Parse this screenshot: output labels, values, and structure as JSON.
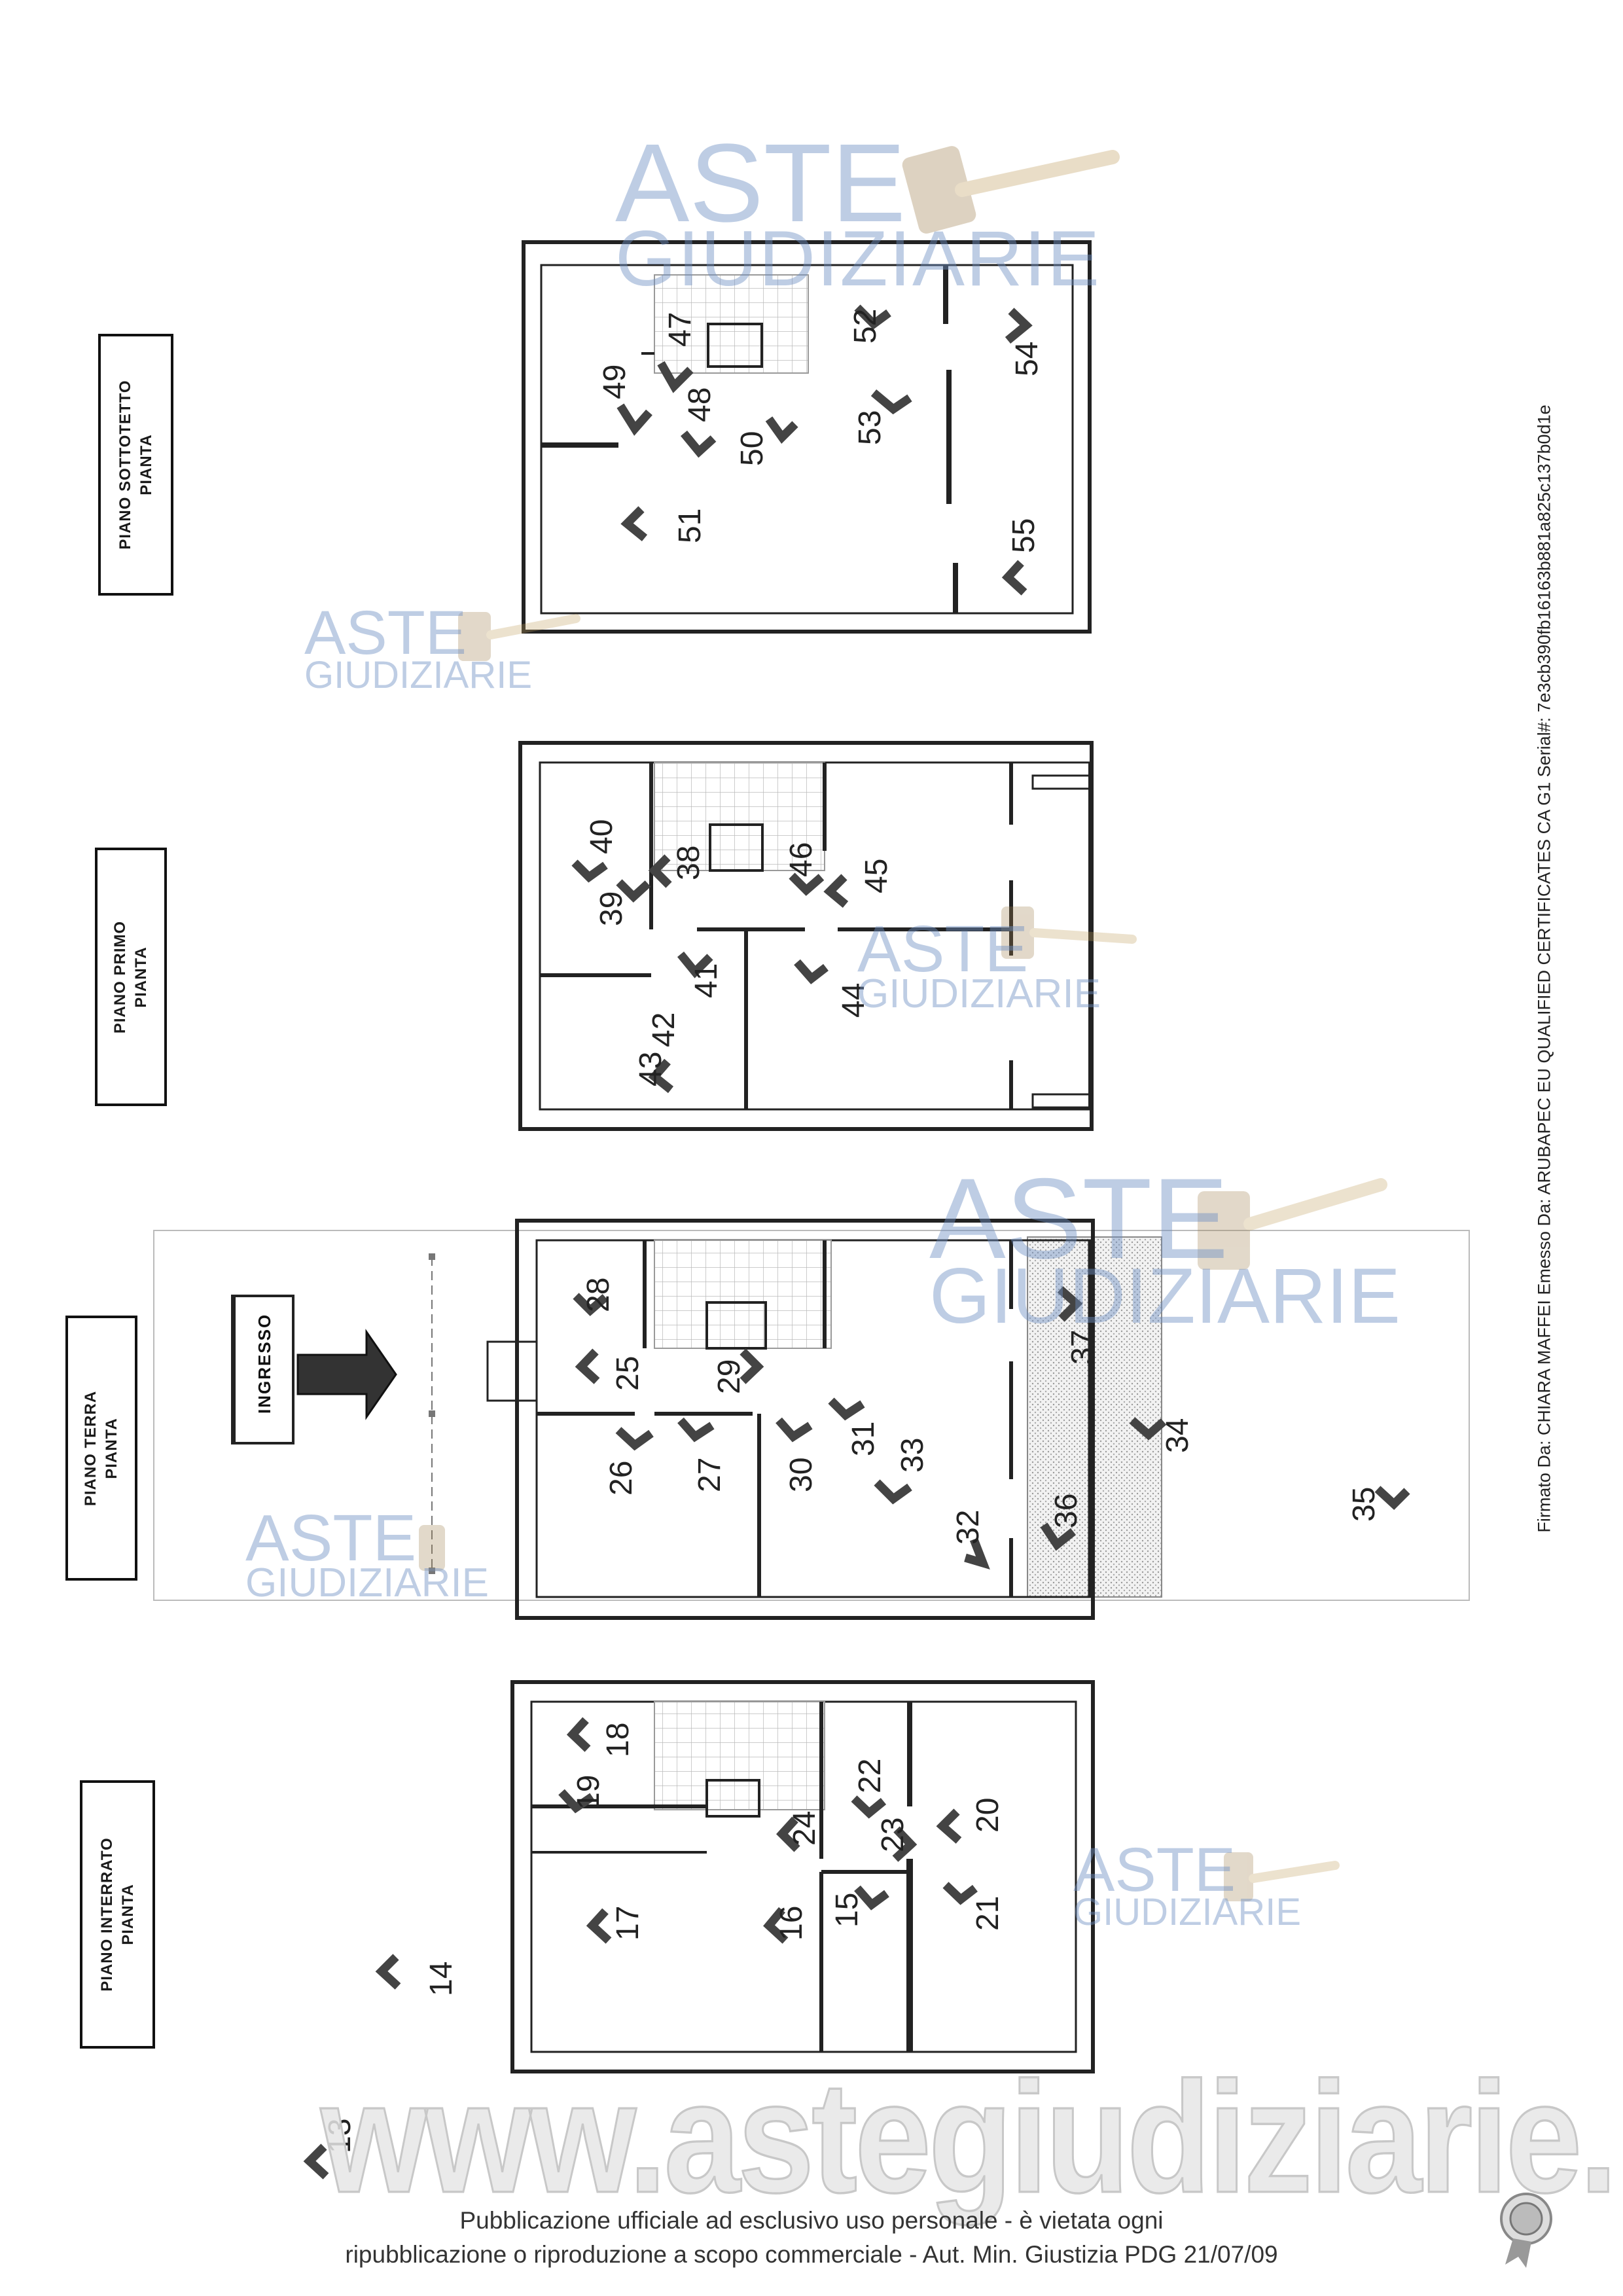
{
  "document": {
    "floors": [
      {
        "title": "PIANO SOTTOTETTO",
        "subtitle": "PIANTA"
      },
      {
        "title": "PIANO PRIMO",
        "subtitle": "PIANTA"
      },
      {
        "title": "PIANO TERRA",
        "subtitle": "PIANTA"
      },
      {
        "title": "PIANO INTERRATO",
        "subtitle": "PIANTA"
      }
    ],
    "entrance_label": "INGRESSO",
    "watermark": {
      "line1": "ASTE",
      "line2": "GIUDIZIARIE"
    },
    "website": "www.astegiudiziarie.it",
    "footer": {
      "line1": "Pubblicazione ufficiale ad esclusivo uso personale - è vietata ogni",
      "line2": "ripubblicazione o riproduzione a scopo commerciale - Aut. Min. Giustizia PDG 21/07/09"
    },
    "signature": "Firmato Da: CHIARA MAFFEI Emesso Da: ARUBAPEC EU QUALIFIED CERTIFICATES CA G1 Serial#: 7e3cb390fb16163b881a825c137b0d1e",
    "markers": {
      "sottotetto": [
        "47",
        "48",
        "49",
        "50",
        "51",
        "52",
        "53",
        "54",
        "55"
      ],
      "primo": [
        "38",
        "39",
        "40",
        "41",
        "42",
        "43",
        "44",
        "45",
        "46"
      ],
      "terra": [
        "25",
        "26",
        "27",
        "28",
        "29",
        "30",
        "31",
        "32",
        "33",
        "34",
        "35",
        "36",
        "37"
      ],
      "interrato": [
        "13",
        "14",
        "15",
        "16",
        "17",
        "18",
        "19",
        "20",
        "21",
        "22",
        "23",
        "24"
      ]
    }
  }
}
